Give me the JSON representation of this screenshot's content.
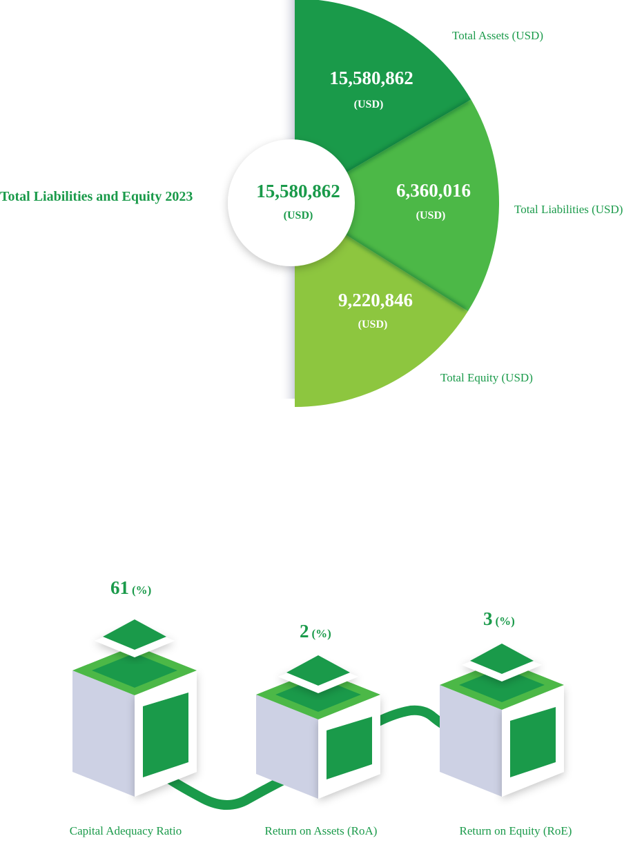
{
  "chart_data": [
    {
      "type": "pie",
      "title": "Total Liabilities and Equity 2023",
      "total": {
        "value": "15,580,862",
        "unit": "(USD)"
      },
      "slices": [
        {
          "name": "Total Assets (USD)",
          "label": "15,580,862",
          "unit": "(USD)",
          "value": 15580862,
          "color": "#1a9a4a"
        },
        {
          "name": "Total Liabilities (USD)",
          "label": "6,360,016",
          "unit": "(USD)",
          "value": 6360016,
          "color": "#4cb847"
        },
        {
          "name": "Total Equity (USD)",
          "label": "9,220,846",
          "unit": "(USD)",
          "value": 9220846,
          "color": "#8dc63f"
        }
      ]
    },
    {
      "type": "bar",
      "categories": [
        "Capital Adequacy Ratio",
        "Return on Assets (RoA)",
        "Return on Equity (RoE)"
      ],
      "values": [
        61,
        2,
        3
      ],
      "unit": "(%)",
      "colors": {
        "primary": "#1a9a4a",
        "secondary": "#4cb847",
        "cube_side": "#cdd1e4"
      }
    }
  ]
}
